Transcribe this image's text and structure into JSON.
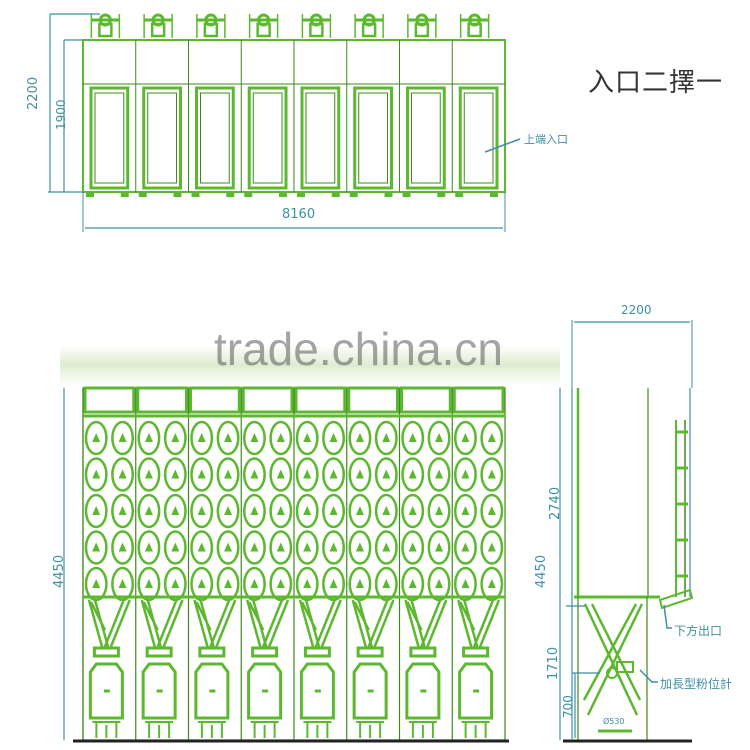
{
  "title": "入口二擇一",
  "colors": {
    "structure": "#5cb82e",
    "structure_dark": "#3f8a1e",
    "dimension": "#3f8fa3",
    "ground": "#222222",
    "title_text": "#333333"
  },
  "top_view": {
    "units": 8,
    "dimensions": {
      "total_width": "8160",
      "outer_height": "2200",
      "inner_height": "1900"
    },
    "labels": {
      "inlet": "上端入口"
    }
  },
  "front_view": {
    "units": 8,
    "filter_rows": 5,
    "filter_cols_per_unit": 2,
    "dimensions": {
      "total_height": "4450"
    }
  },
  "side_view": {
    "dimensions": {
      "width": "2200",
      "total_height": "4450",
      "upper_height": "2740",
      "hopper_height": "1710",
      "outlet_height": "700",
      "outlet_diameter": "Ø530"
    },
    "labels": {
      "bottom_outlet": "下方出口",
      "level_gauge": "加長型粉位計"
    }
  },
  "watermark": {
    "text": "trade.china.cn"
  }
}
